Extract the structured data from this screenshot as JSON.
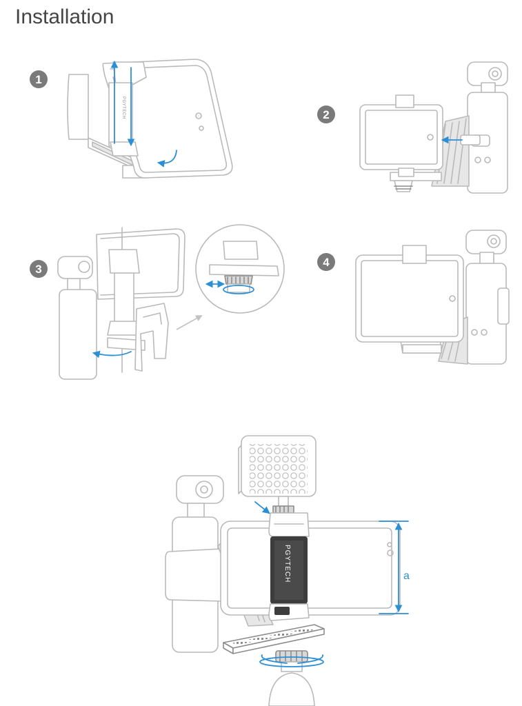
{
  "page": {
    "title": "Installation"
  },
  "steps": [
    {
      "number": "1"
    },
    {
      "number": "2"
    },
    {
      "number": "3"
    },
    {
      "number": "4"
    }
  ],
  "clamp_brand": "PGYTECH",
  "dimension_label": "a",
  "colors": {
    "title": "#444444",
    "step_badge": "#7a7a7a",
    "arrow_accent": "#2b8fd6",
    "line_art": "#b9b9b9",
    "clamp_dark": "#3d3d3d"
  }
}
